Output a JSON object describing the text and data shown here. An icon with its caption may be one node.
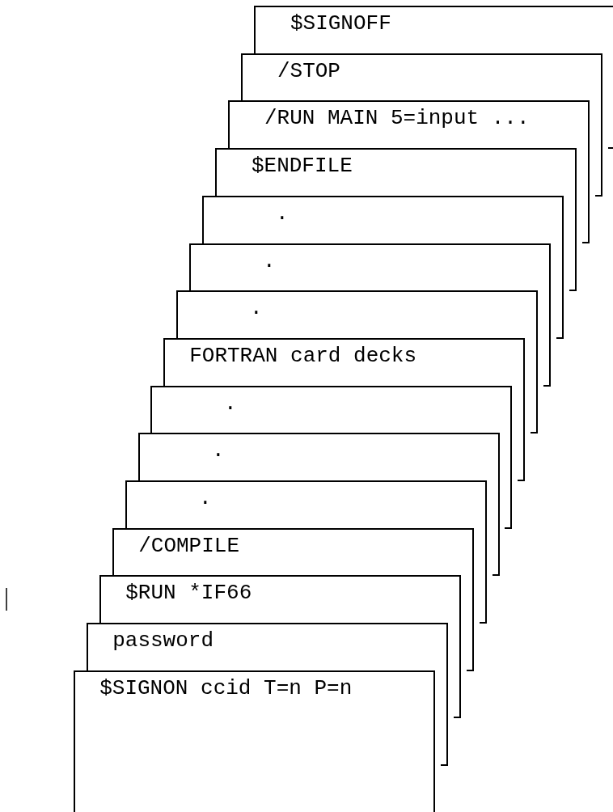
{
  "diagram": {
    "nodes": [
      {
        "text": [
          "$SIGNOFF"
        ]
      },
      {
        "text": [
          "/STOP"
        ]
      },
      {
        "text": [
          "/RUN MAIN 5=input ..."
        ]
      },
      {
        "text": [
          "$ENDFILE"
        ]
      },
      {
        "text": [
          "."
        ]
      },
      {
        "text": [
          "."
        ]
      },
      {
        "text": [
          "."
        ]
      },
      {
        "text": [
          "FORTRAN card decks"
        ]
      },
      {
        "text": [
          "."
        ]
      },
      {
        "text": [
          "."
        ]
      },
      {
        "text": [
          "."
        ]
      },
      {
        "text": [
          "/COMPILE"
        ]
      },
      {
        "text": [
          "$RUN *IF66"
        ]
      },
      {
        "text": [
          "password"
        ]
      },
      {
        "text": [
          "$SIGNON ccid T=n P=n"
        ]
      }
    ],
    "edges": []
  }
}
